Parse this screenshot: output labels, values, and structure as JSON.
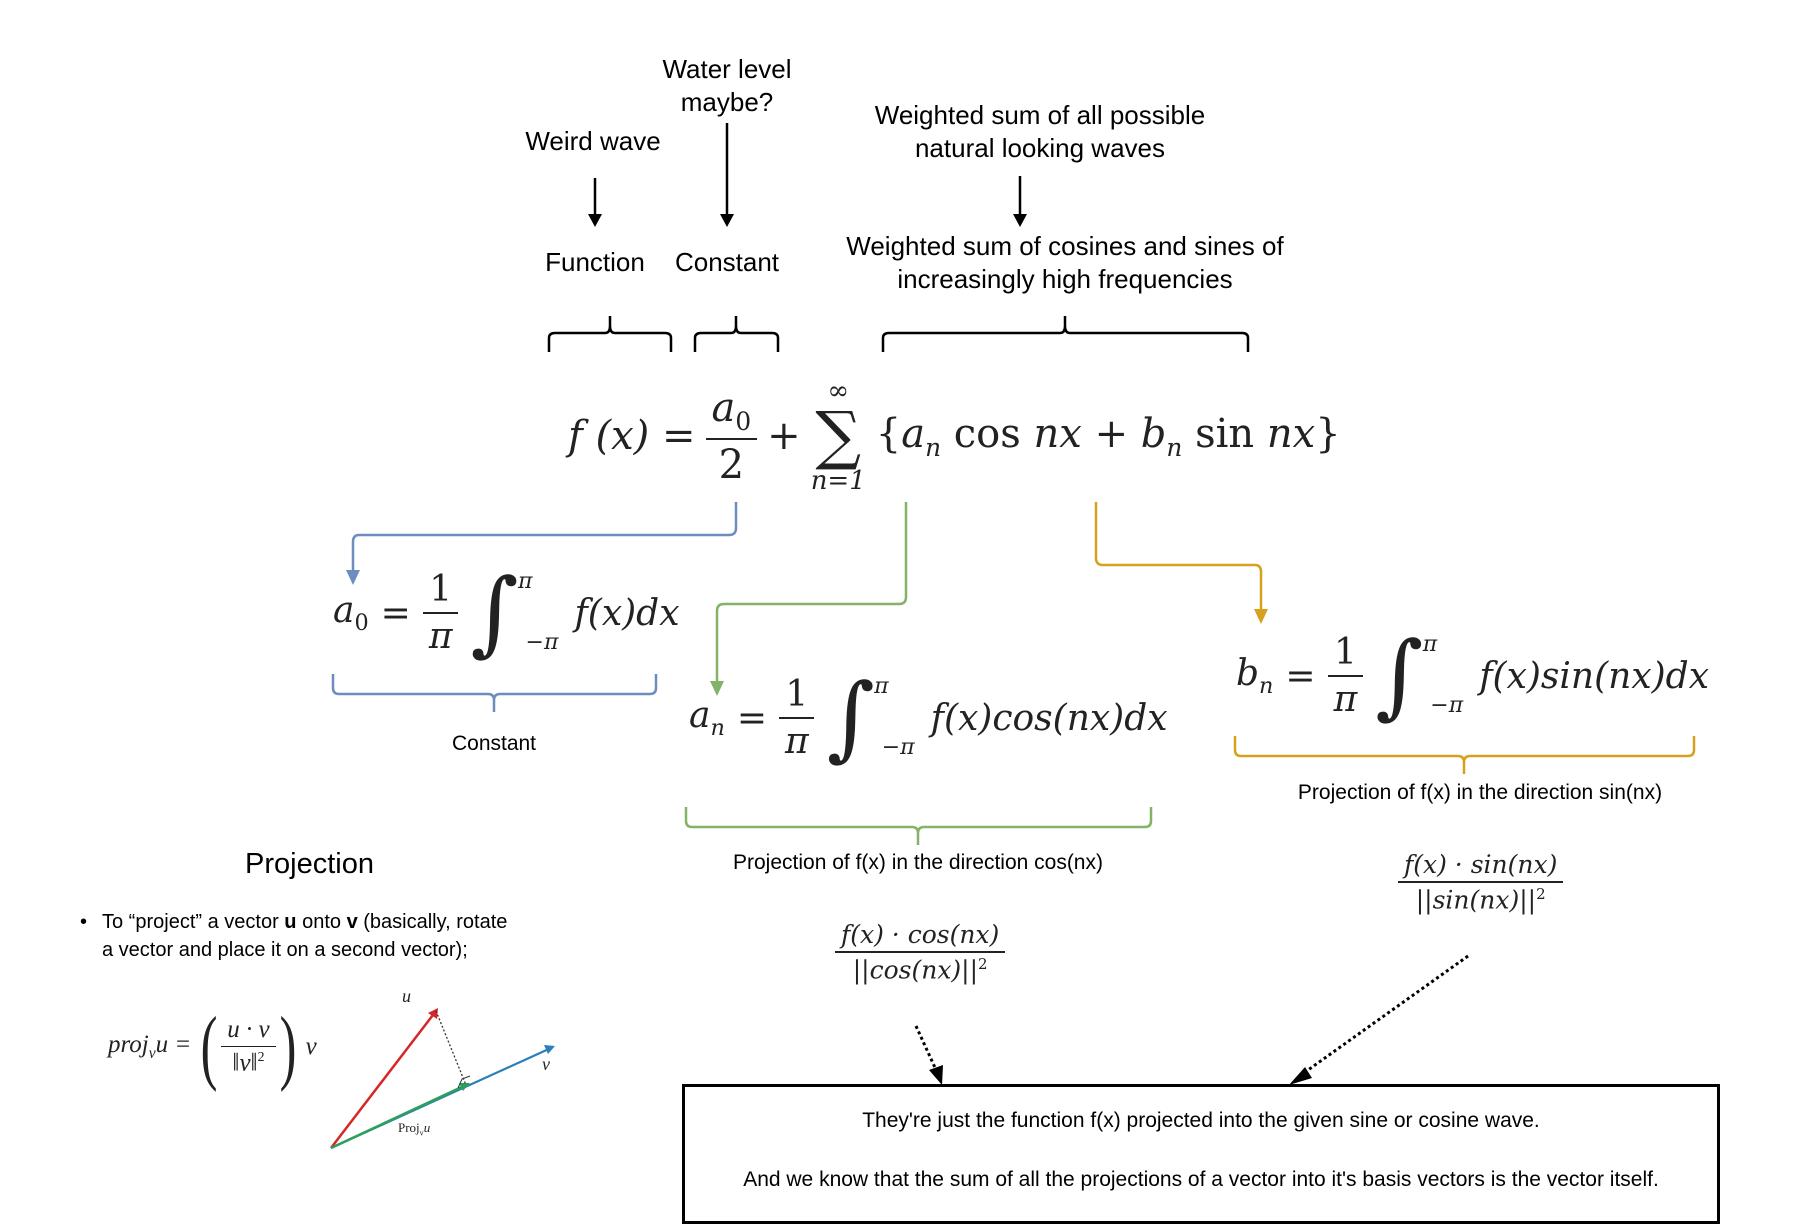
{
  "annotations": {
    "water_level_line1": "Water level",
    "water_level_line2": "maybe?",
    "weird_wave": "Weird wave",
    "weighted_sum_line1": "Weighted sum of all possible",
    "weighted_sum_line2": "natural looking waves",
    "function": "Function",
    "constant": "Constant",
    "cos_sin_line1": "Weighted sum of cosines and sines of",
    "cos_sin_line2": "increasingly high frequencies"
  },
  "equations": {
    "main": {
      "lhs": "f (x) =",
      "a0_num": "a",
      "a0_sub": "0",
      "two": "2",
      "plus": "+",
      "sum_top": "∞",
      "sum_sym": "∑",
      "sum_bottom": "n=1",
      "term_open": "{",
      "an": "a",
      "an_sub": "n",
      "cos": "cos",
      "nx1": "nx",
      "plus2": "+",
      "bn": "b",
      "bn_sub": "n",
      "sin": "sin",
      "nx2": "nx",
      "term_close": "}"
    },
    "a0_formula": {
      "lhs": "a",
      "lhs_sub": "0",
      "eq": "=",
      "one": "1",
      "pi": "π",
      "int_upper": "π",
      "int_lower": "−π",
      "integrand": "f(x)dx"
    },
    "an_formula": {
      "lhs": "a",
      "lhs_sub": "n",
      "eq": "=",
      "one": "1",
      "pi": "π",
      "int_upper": "π",
      "int_lower": "−π",
      "integrand": "f(x)cos(nx)dx"
    },
    "bn_formula": {
      "lhs": "b",
      "lhs_sub": "n",
      "eq": "=",
      "one": "1",
      "pi": "π",
      "int_upper": "π",
      "int_lower": "−π",
      "integrand": "f(x)sin(nx)dx"
    },
    "cos_projection": {
      "num": "f(x) · cos(nx)",
      "den": "||cos(nx)||",
      "exp": "2"
    },
    "sin_projection": {
      "num": "f(x) · sin(nx)",
      "den": "||sin(nx)||",
      "exp": "2"
    }
  },
  "labels": {
    "a0_constant": "Constant",
    "an_projection": "Projection of f(x) in the direction cos(nx)",
    "bn_projection": "Projection of f(x) in the direction sin(nx)"
  },
  "projection_panel": {
    "title": "Projection",
    "bullet_line1_pre": "To “project” a vector ",
    "bullet_u": "u",
    "bullet_line1_mid": " onto ",
    "bullet_v": "v",
    "bullet_line1_post": " (basically, rotate",
    "bullet_line2": "a vector and place it on a second vector);",
    "formula_lhs": "proj",
    "formula_lhs_sub": "v",
    "formula_lhs_u": "u =",
    "formula_num": "u · v",
    "formula_den": "v",
    "formula_exp": "2",
    "formula_tail": "v",
    "vec_u_label": "u⃗",
    "vec_v_label": "v⃗",
    "proj_label": "Proj",
    "proj_label_sub": "v",
    "proj_label_u": "u⃗"
  },
  "conclusion_box": {
    "line1": "They're just the function f(x) projected into the given sine or cosine wave.",
    "line2": "And we know that the sum of all the projections of a vector into it's basis vectors is the vector itself."
  },
  "colors": {
    "blue": "#6c8ebf",
    "green": "#82b366",
    "gold": "#d6a11c",
    "vector_red": "#d62728",
    "vector_green": "#2ca05a",
    "vector_blue": "#2a7fb8",
    "text": "#222222"
  }
}
